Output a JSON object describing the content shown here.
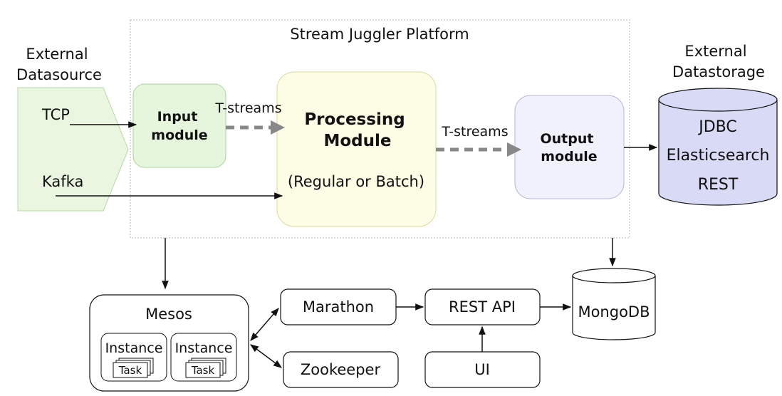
{
  "platform": {
    "title": "Stream Juggler Platform"
  },
  "external_source": {
    "title_line1": "External",
    "title_line2": "Datasource",
    "tcp": "TCP",
    "kafka": "Kafka"
  },
  "external_storage": {
    "title_line1": "External",
    "title_line2": "Datastorage",
    "items": [
      "JDBC",
      "Elasticsearch",
      "REST"
    ]
  },
  "input_module": {
    "line1": "Input",
    "line2": "module"
  },
  "processing_module": {
    "line1": "Processing",
    "line2": "Module",
    "subtitle": "(Regular or Batch)"
  },
  "output_module": {
    "line1": "Output",
    "line2": "module"
  },
  "stream_labels": {
    "first": "T-streams",
    "second": "T-streams"
  },
  "mesos": {
    "title": "Mesos",
    "instances": [
      {
        "label": "Instance",
        "task": "Task"
      },
      {
        "label": "Instance",
        "task": "Task"
      }
    ]
  },
  "services": {
    "marathon": "Marathon",
    "zookeeper": "Zookeeper",
    "rest_api": "REST API",
    "ui": "UI",
    "mongodb": "MongoDB"
  },
  "colors": {
    "input_fill": "#e6f6dc",
    "processing_fill": "#fcfde4",
    "output_fill": "#f1f1fd",
    "storage_fill": "#d9daf6",
    "source_fill": "#eaf6e0",
    "dashed_arrow": "#888888"
  }
}
